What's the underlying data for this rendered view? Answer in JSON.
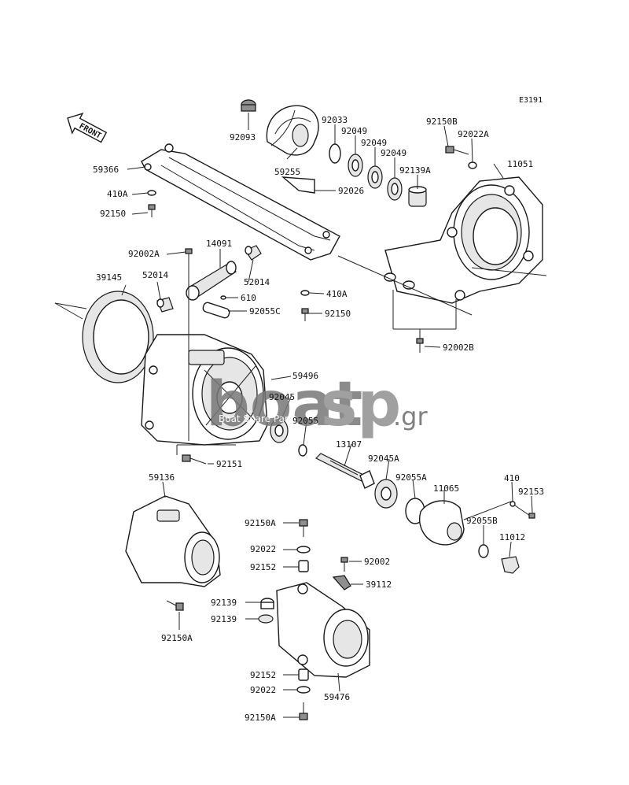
{
  "diagram_code": "E3191",
  "front_label": "FRONT",
  "watermark": {
    "main_left": "boat",
    "main_right": "sp",
    "domain": ".gr",
    "tagline": "Boat Spare Parts"
  },
  "part_labels": [
    {
      "id": "92093",
      "text": "92093"
    },
    {
      "id": "92033",
      "text": "92033"
    },
    {
      "id": "92049a",
      "text": "92049"
    },
    {
      "id": "92049b",
      "text": "92049"
    },
    {
      "id": "92049c",
      "text": "92049"
    },
    {
      "id": "92150B",
      "text": "92150B"
    },
    {
      "id": "92022A",
      "text": "92022A"
    },
    {
      "id": "59366",
      "text": "59366"
    },
    {
      "id": "59255",
      "text": "59255"
    },
    {
      "id": "92139A",
      "text": "92139A"
    },
    {
      "id": "11051",
      "text": "11051"
    },
    {
      "id": "410A-top",
      "text": "410A"
    },
    {
      "id": "92026",
      "text": "92026"
    },
    {
      "id": "92150-top",
      "text": "92150"
    },
    {
      "id": "92002A",
      "text": "92002A"
    },
    {
      "id": "14091",
      "text": "14091"
    },
    {
      "id": "39145",
      "text": "39145"
    },
    {
      "id": "52014-left",
      "text": "52014"
    },
    {
      "id": "52014-right",
      "text": "52014"
    },
    {
      "id": "610",
      "text": "610"
    },
    {
      "id": "410A-mid",
      "text": "410A"
    },
    {
      "id": "92055C",
      "text": "92055C"
    },
    {
      "id": "92150-mid",
      "text": "92150"
    },
    {
      "id": "92002B",
      "text": "92002B"
    },
    {
      "id": "59496",
      "text": "59496"
    },
    {
      "id": "92045",
      "text": "92045"
    },
    {
      "id": "92055",
      "text": "92055"
    },
    {
      "id": "13107",
      "text": "13107"
    },
    {
      "id": "92151",
      "text": "92151"
    },
    {
      "id": "92045A",
      "text": "92045A"
    },
    {
      "id": "92055A",
      "text": "92055A"
    },
    {
      "id": "59136",
      "text": "59136"
    },
    {
      "id": "11065",
      "text": "11065"
    },
    {
      "id": "410",
      "text": "410"
    },
    {
      "id": "92153",
      "text": "92153"
    },
    {
      "id": "92150A-top",
      "text": "92150A"
    },
    {
      "id": "92055B",
      "text": "92055B"
    },
    {
      "id": "11012",
      "text": "11012"
    },
    {
      "id": "92022-top",
      "text": "92022"
    },
    {
      "id": "92002",
      "text": "92002"
    },
    {
      "id": "92152-top",
      "text": "92152"
    },
    {
      "id": "39112",
      "text": "39112"
    },
    {
      "id": "92139-a",
      "text": "92139"
    },
    {
      "id": "92139-b",
      "text": "92139"
    },
    {
      "id": "92150A-left",
      "text": "92150A"
    },
    {
      "id": "92152-bot",
      "text": "92152"
    },
    {
      "id": "92022-bot",
      "text": "92022"
    },
    {
      "id": "59476",
      "text": "59476"
    },
    {
      "id": "92150A-bot",
      "text": "92150A"
    }
  ]
}
